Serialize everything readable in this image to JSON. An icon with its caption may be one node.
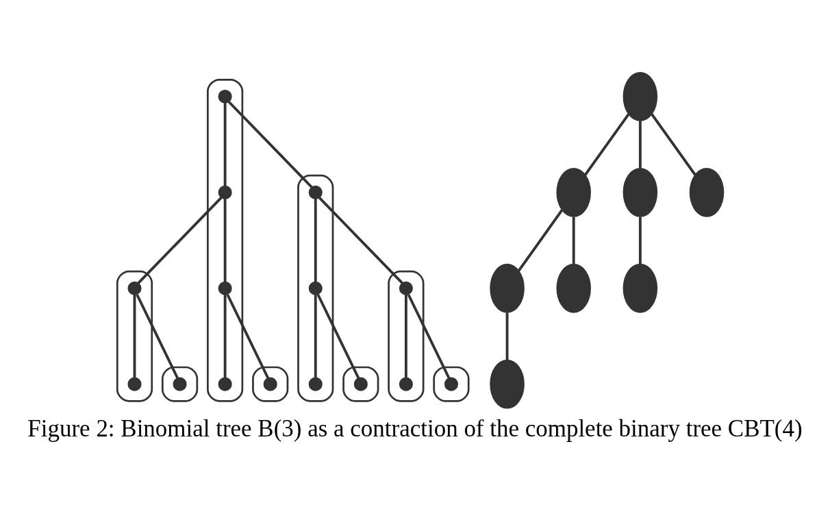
{
  "diagram": {
    "caption": "Figure 2: Binomial tree B(3) as a contraction of the complete binary tree CBT(4)",
    "nodes": [
      {
        "text": [],
        "shape": "ellipse"
      },
      {
        "text": [],
        "shape": "circle",
        "in": 0
      },
      {
        "text": [],
        "shape": "ellipse"
      },
      {
        "text": [],
        "shape": "circle",
        "in": 2
      },
      {
        "text": [],
        "shape": "circle",
        "in": 0
      },
      {
        "text": [],
        "shape": "ellipse"
      },
      {
        "text": [],
        "shape": "circle",
        "in": 5
      },
      {
        "text": [],
        "shape": "circle",
        "in": 2
      },
      {
        "text": [],
        "shape": "ellipse"
      },
      {
        "text": [],
        "shape": "circle",
        "in": 8
      },
      {
        "text": [],
        "shape": "circle",
        "in": 0
      },
      {
        "text": [],
        "shape": "ellipse"
      },
      {
        "text": [],
        "shape": "circle",
        "in": 11
      },
      {
        "text": [],
        "shape": "circle",
        "in": 5
      },
      {
        "text": [],
        "shape": "ellipse"
      },
      {
        "text": [],
        "shape": "circle",
        "in": 14
      },
      {
        "text": [],
        "shape": "circle",
        "in": 2
      },
      {
        "text": [],
        "shape": "ellipse"
      },
      {
        "text": [],
        "shape": "circle",
        "in": 17
      },
      {
        "text": [],
        "shape": "circle",
        "in": 8
      },
      {
        "text": [],
        "shape": "ellipse"
      },
      {
        "text": [],
        "shape": "circle",
        "in": 20
      },
      {
        "text": [],
        "shape": "circle",
        "in": 0
      },
      {
        "text": [],
        "shape": "ellipse"
      },
      {
        "text": [],
        "shape": "ellipse"
      },
      {
        "text": [],
        "shape": "ellipse"
      },
      {
        "text": [],
        "shape": "ellipse"
      },
      {
        "text": [],
        "shape": "ellipse"
      },
      {
        "text": [],
        "shape": "ellipse"
      },
      {
        "text": [],
        "shape": "ellipse"
      },
      {
        "text": [],
        "shape": "ellipse"
      }
    ],
    "edges": [
      {
        "from": 1,
        "to": 3,
        "arrow": "none"
      },
      {
        "from": 1,
        "to": 4,
        "arrow": "none"
      },
      {
        "from": 3,
        "to": 6,
        "arrow": "none"
      },
      {
        "from": 3,
        "to": 7,
        "arrow": "none"
      },
      {
        "from": 4,
        "to": 9,
        "arrow": "none"
      },
      {
        "from": 4,
        "to": 10,
        "arrow": "none"
      },
      {
        "from": 6,
        "to": 12,
        "arrow": "none"
      },
      {
        "from": 6,
        "to": 13,
        "arrow": "none"
      },
      {
        "from": 7,
        "to": 15,
        "arrow": "none"
      },
      {
        "from": 7,
        "to": 16,
        "arrow": "none"
      },
      {
        "from": 9,
        "to": 18,
        "arrow": "none"
      },
      {
        "from": 9,
        "to": 19,
        "arrow": "none"
      },
      {
        "from": 10,
        "to": 21,
        "arrow": "none"
      },
      {
        "from": 10,
        "to": 22,
        "arrow": "none"
      },
      {
        "from": 23,
        "to": 24,
        "arrow": "none"
      },
      {
        "from": 23,
        "to": 25,
        "arrow": "none"
      },
      {
        "from": 23,
        "to": 26,
        "arrow": "none"
      },
      {
        "from": 24,
        "to": 27,
        "arrow": "none"
      },
      {
        "from": 24,
        "to": 28,
        "arrow": "none"
      },
      {
        "from": 25,
        "to": 29,
        "arrow": "none"
      },
      {
        "from": 27,
        "to": 30,
        "arrow": "none"
      }
    ]
  }
}
